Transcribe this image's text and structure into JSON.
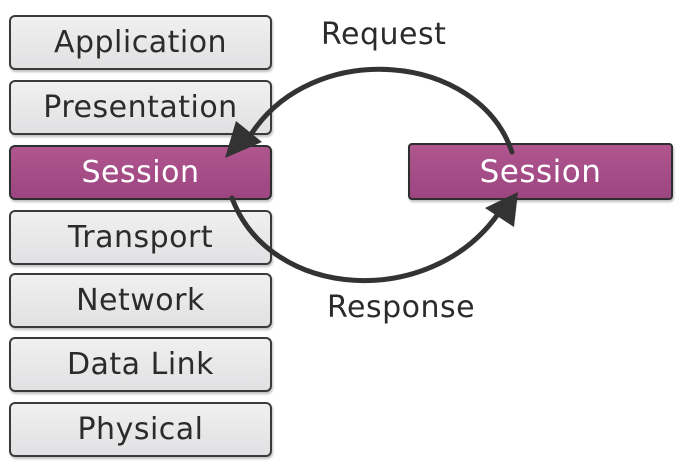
{
  "layers": [
    {
      "label": "Application"
    },
    {
      "label": "Presentation"
    },
    {
      "label": "Session"
    },
    {
      "label": "Transport"
    },
    {
      "label": "Network"
    },
    {
      "label": "Data Link"
    },
    {
      "label": "Physical"
    }
  ],
  "remote": {
    "label": "Session"
  },
  "flows": {
    "request": "Request",
    "response": "Response"
  },
  "colors": {
    "session_fill": "#a64d87",
    "layer_fill": "#e8e8ea",
    "outline": "#333333",
    "arrow": "#333333"
  }
}
